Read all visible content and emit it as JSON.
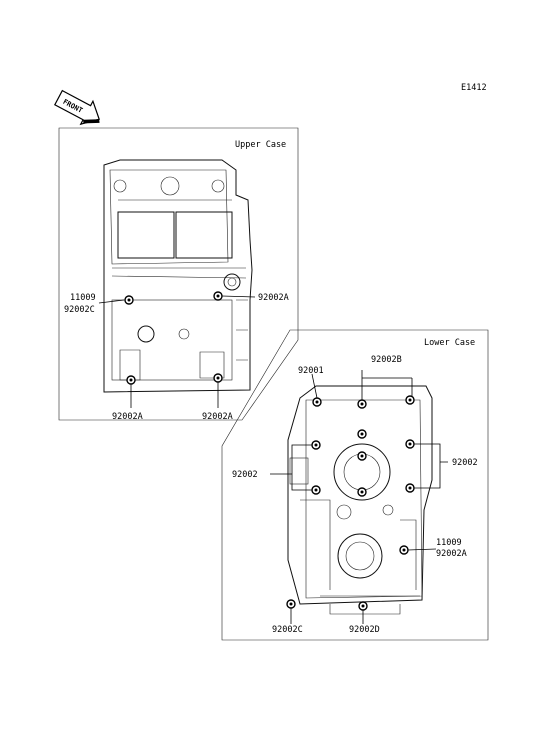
{
  "header": {
    "code": "E1412",
    "front_label": "FRONT"
  },
  "upper_case": {
    "title": "Upper Case",
    "labels": {
      "l11009": "11009",
      "l92002c": "92002C",
      "l92002a_right": "92002A",
      "l92002a_bl": "92002A",
      "l92002a_br": "92002A"
    }
  },
  "lower_case": {
    "title": "Lower Case",
    "labels": {
      "l92002b": "92002B",
      "l92001": "92001",
      "l92002_left": "92002",
      "l92002_right": "92002",
      "l11009": "11009",
      "l92002a": "92002A",
      "l92002c": "92002C",
      "l92002d": "92002D"
    }
  }
}
